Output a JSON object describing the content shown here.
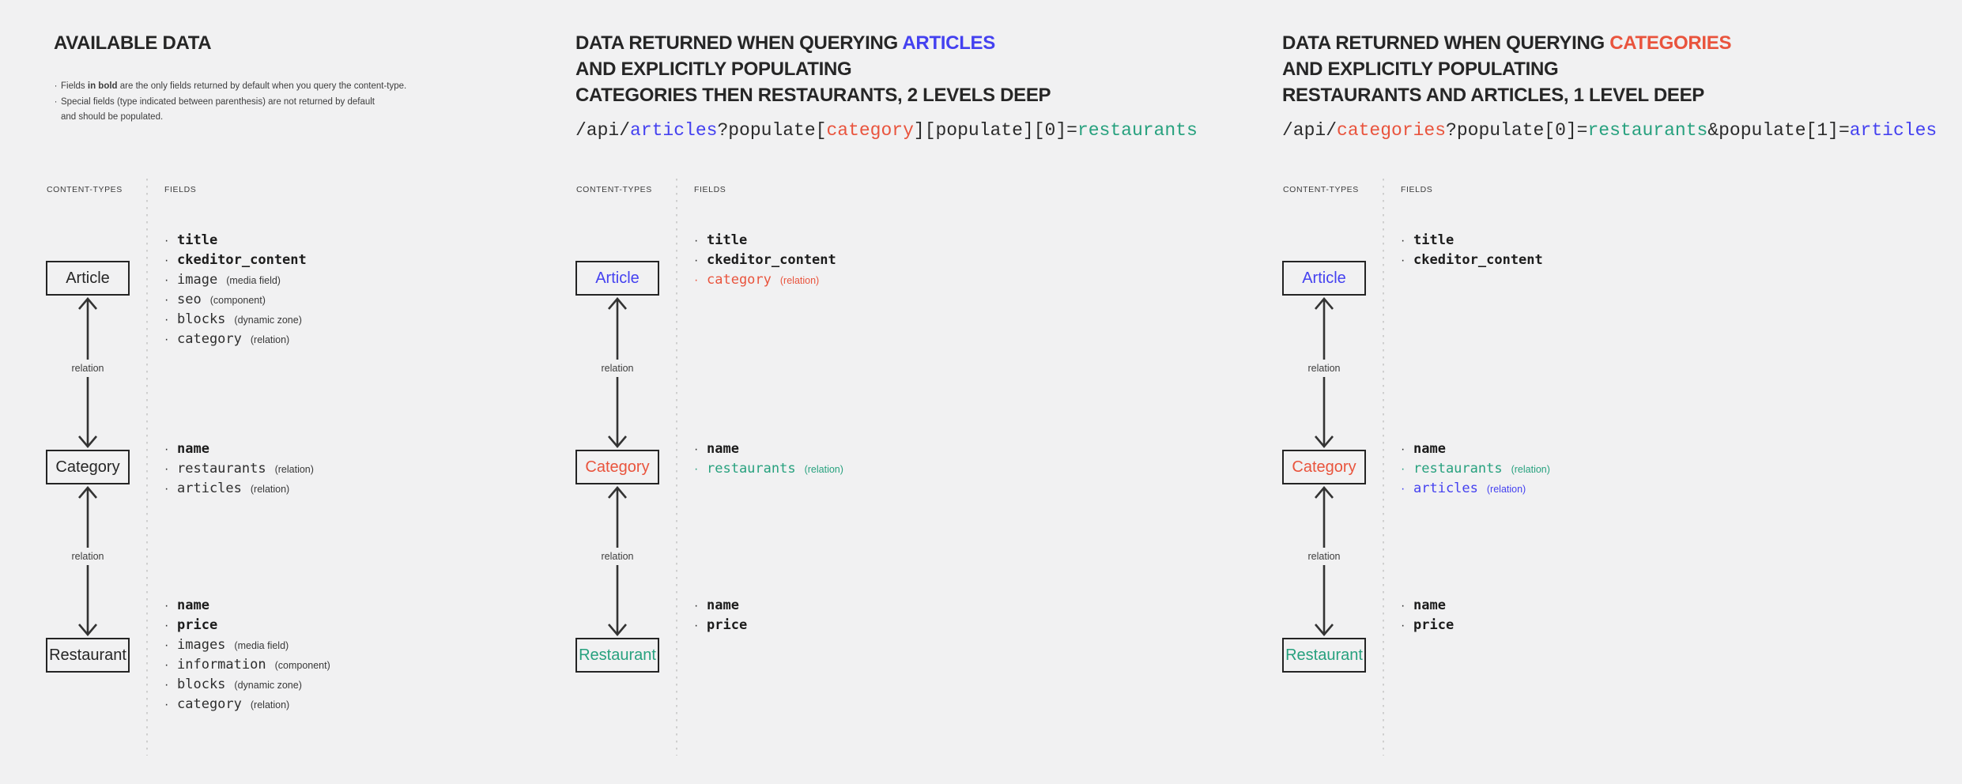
{
  "background": "#f1f1f2",
  "colors": {
    "ink": "#262626",
    "blue": "#4441f0",
    "red": "#e9543d",
    "teal": "#27a17e"
  },
  "labels": {
    "relation": "relation",
    "content_types": "CONTENT-TYPES",
    "fields": "FIELDS"
  },
  "panels": [
    {
      "name": "available-data",
      "title_lines": [
        [
          {
            "text": "AVAILABLE DATA"
          }
        ]
      ],
      "notes": [
        {
          "bullet": true,
          "parts": [
            {
              "text": "Fields "
            },
            {
              "text": "in bold",
              "bold": true
            },
            {
              "text": " are the only fields returned by default when you query the content-type."
            }
          ]
        },
        {
          "bullet": true,
          "parts": [
            {
              "text": "Special fields (type indicated between parenthesis) are not returned by default"
            }
          ]
        },
        {
          "bullet": false,
          "parts": [
            {
              "text": "and should be populated."
            }
          ]
        }
      ],
      "code": null,
      "nodes": [
        {
          "label": "Article",
          "color": null,
          "fields": [
            {
              "name": "title",
              "bold": true
            },
            {
              "name": "ckeditor_content",
              "bold": true
            },
            {
              "name": "image",
              "annotation": "(media field)"
            },
            {
              "name": "seo",
              "annotation": "(component)"
            },
            {
              "name": "blocks",
              "annotation": "(dynamic zone)"
            },
            {
              "name": "category",
              "annotation": "(relation)"
            }
          ]
        },
        {
          "label": "Category",
          "color": null,
          "fields": [
            {
              "name": "name",
              "bold": true
            },
            {
              "name": "restaurants",
              "annotation": "(relation)"
            },
            {
              "name": "articles",
              "annotation": "(relation)"
            }
          ]
        },
        {
          "label": "Restaurant",
          "color": null,
          "fields": [
            {
              "name": "name",
              "bold": true
            },
            {
              "name": "price",
              "bold": true
            },
            {
              "name": "images",
              "annotation": "(media field)"
            },
            {
              "name": "information",
              "annotation": "(component)"
            },
            {
              "name": "blocks",
              "annotation": "(dynamic zone)"
            },
            {
              "name": "category",
              "annotation": "(relation)"
            }
          ]
        }
      ]
    },
    {
      "name": "query-articles",
      "title_lines": [
        [
          {
            "text": "DATA RETURNED WHEN QUERYING "
          },
          {
            "text": "ARTICLES",
            "color": "blue"
          }
        ],
        [
          {
            "text": "AND EXPLICITLY POPULATING"
          }
        ],
        [
          {
            "text": "CATEGORIES THEN RESTAURANTS, 2 LEVELS DEEP"
          }
        ]
      ],
      "notes": null,
      "code": [
        {
          "text": "/api/"
        },
        {
          "text": "articles",
          "color": "blue"
        },
        {
          "text": "?populate["
        },
        {
          "text": "category",
          "color": "red"
        },
        {
          "text": "][populate][0]="
        },
        {
          "text": "restaurants",
          "color": "teal"
        }
      ],
      "nodes": [
        {
          "label": "Article",
          "color": "blue",
          "fields": [
            {
              "name": "title",
              "bold": true
            },
            {
              "name": "ckeditor_content",
              "bold": true
            },
            {
              "name": "category",
              "annotation": "(relation)",
              "color": "red"
            }
          ]
        },
        {
          "label": "Category",
          "color": "red",
          "fields": [
            {
              "name": "name",
              "bold": true
            },
            {
              "name": "restaurants",
              "annotation": "(relation)",
              "color": "teal"
            }
          ]
        },
        {
          "label": "Restaurant",
          "color": "teal",
          "fields": [
            {
              "name": "name",
              "bold": true
            },
            {
              "name": "price",
              "bold": true
            }
          ]
        }
      ]
    },
    {
      "name": "query-categories",
      "title_lines": [
        [
          {
            "text": "DATA RETURNED WHEN QUERYING "
          },
          {
            "text": "CATEGORIES",
            "color": "red"
          }
        ],
        [
          {
            "text": "AND EXPLICITLY POPULATING"
          }
        ],
        [
          {
            "text": "RESTAURANTS AND ARTICLES, 1 LEVEL DEEP"
          }
        ]
      ],
      "notes": null,
      "code": [
        {
          "text": "/api/"
        },
        {
          "text": "categories",
          "color": "red"
        },
        {
          "text": "?populate[0]="
        },
        {
          "text": "restaurants",
          "color": "teal"
        },
        {
          "text": "&populate[1]="
        },
        {
          "text": "articles",
          "color": "blue"
        }
      ],
      "nodes": [
        {
          "label": "Article",
          "color": "blue",
          "fields": [
            {
              "name": "title",
              "bold": true
            },
            {
              "name": "ckeditor_content",
              "bold": true
            }
          ]
        },
        {
          "label": "Category",
          "color": "red",
          "fields": [
            {
              "name": "name",
              "bold": true
            },
            {
              "name": "restaurants",
              "annotation": "(relation)",
              "color": "teal"
            },
            {
              "name": "articles",
              "annotation": "(relation)",
              "color": "blue"
            }
          ]
        },
        {
          "label": "Restaurant",
          "color": "teal",
          "fields": [
            {
              "name": "name",
              "bold": true
            },
            {
              "name": "price",
              "bold": true
            }
          ]
        }
      ]
    }
  ]
}
